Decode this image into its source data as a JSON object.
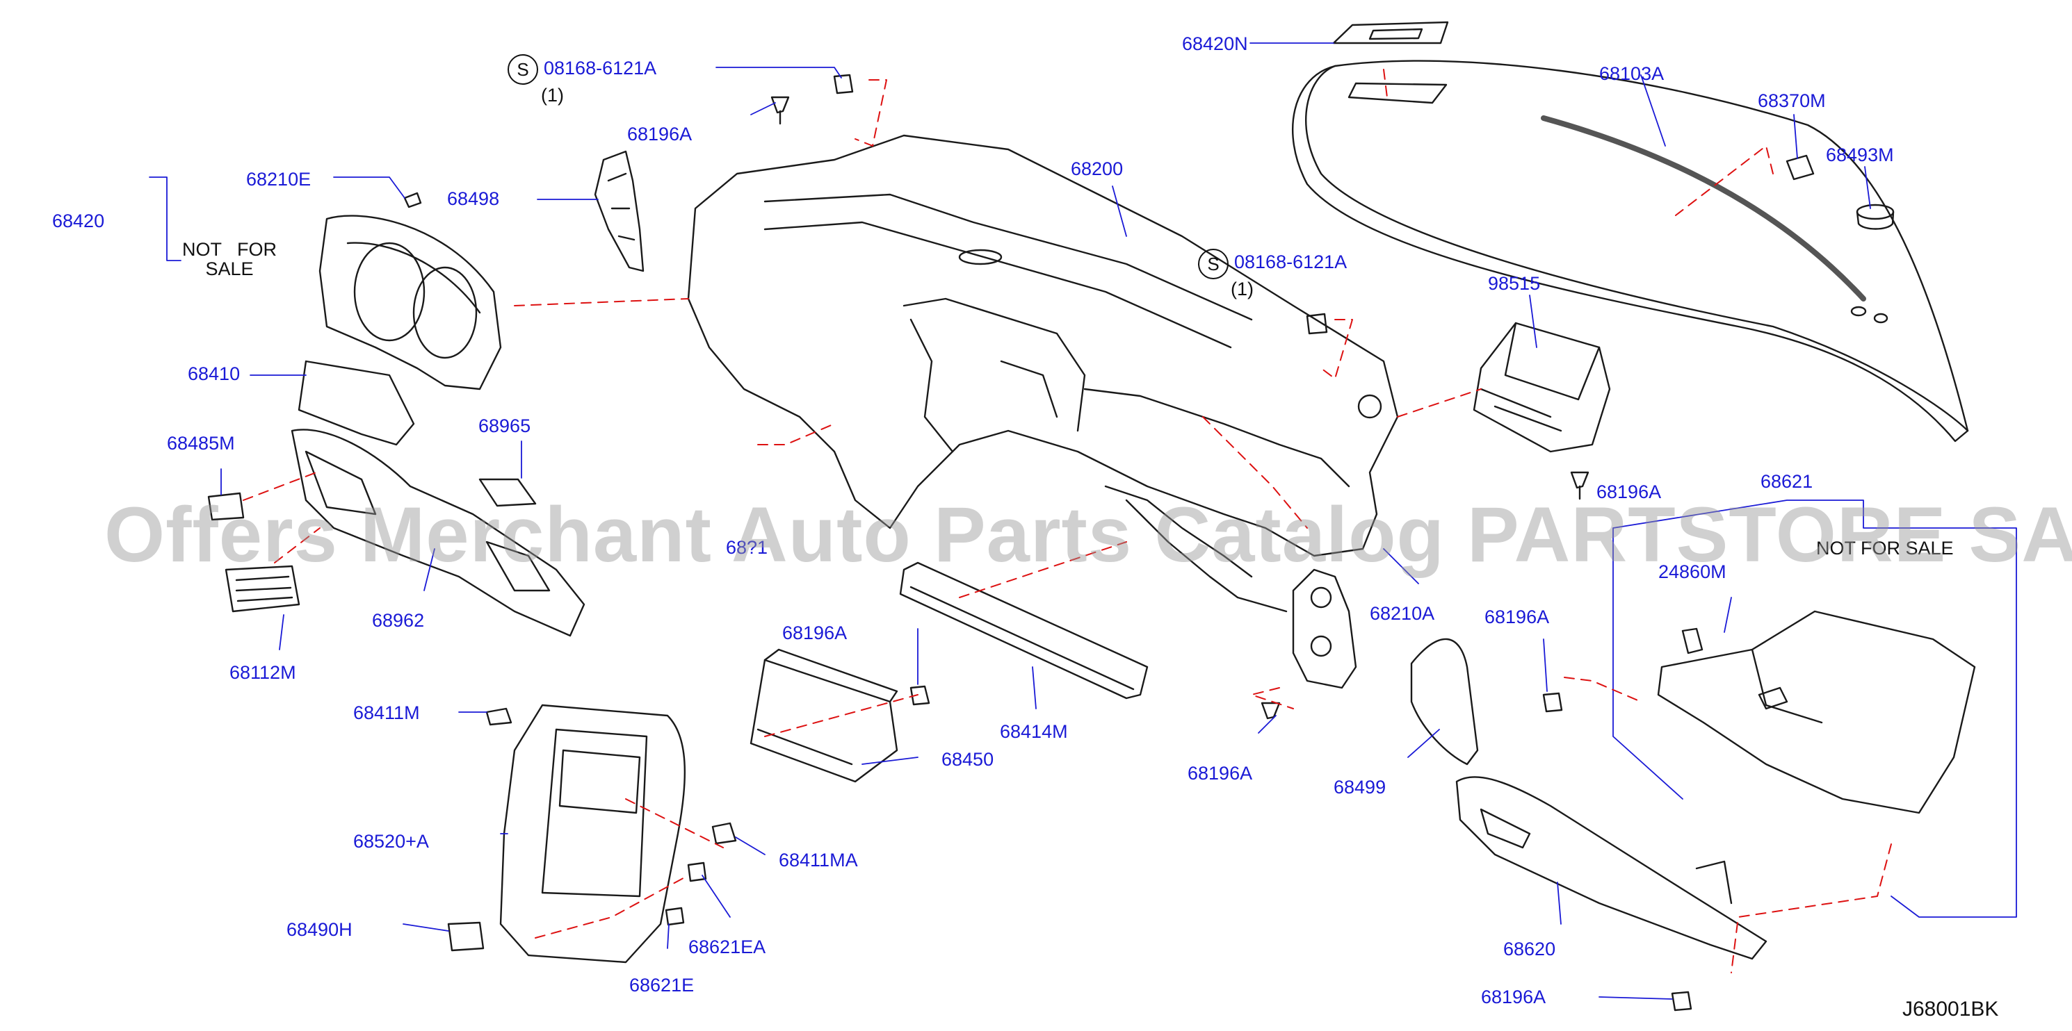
{
  "diagram": {
    "code": "J68001BK",
    "watermark": "Offers Merchant Auto Parts Catalog PARTSTORE SA",
    "bolt_symbol": "S",
    "bolt_part": "08168-6121A",
    "bolt_qty": "(1)",
    "not_for_sale": "NOT   FOR\nSALE",
    "not_for_sale_inline": "NOT   FOR SALE",
    "labels": {
      "p68420N": "68420N",
      "p68103A": "68103A",
      "p68370M": "68370M",
      "p68493M": "68493M",
      "p68196A_top": "68196A",
      "p68200": "68200",
      "p68210E": "68210E",
      "p68420": "68420",
      "p68498": "68498",
      "p98515": "98515",
      "p68410": "68410",
      "p68965": "68965",
      "p68485M": "68485M",
      "p68196A_airbag": "68196A",
      "p68621": "68621",
      "p24860M": "24860M",
      "p68962": "68962",
      "p68112M": "68112M",
      "p68210A": "68210A",
      "p68196A_right": "68196A",
      "p68196A_box": "68196A",
      "p68411M": "68411M",
      "p68414M": "68414M",
      "p68450": "68450",
      "p68196A_low": "68196A",
      "p68499": "68499",
      "p68520A": "68520+A",
      "p68411MA": "68411MA",
      "p68490H": "68490H",
      "p68621EA": "68621EA",
      "p68621E": "68621E",
      "p68620": "68620",
      "p68196A_bottom": "68196A",
      "p68_partial": "68?1"
    }
  }
}
